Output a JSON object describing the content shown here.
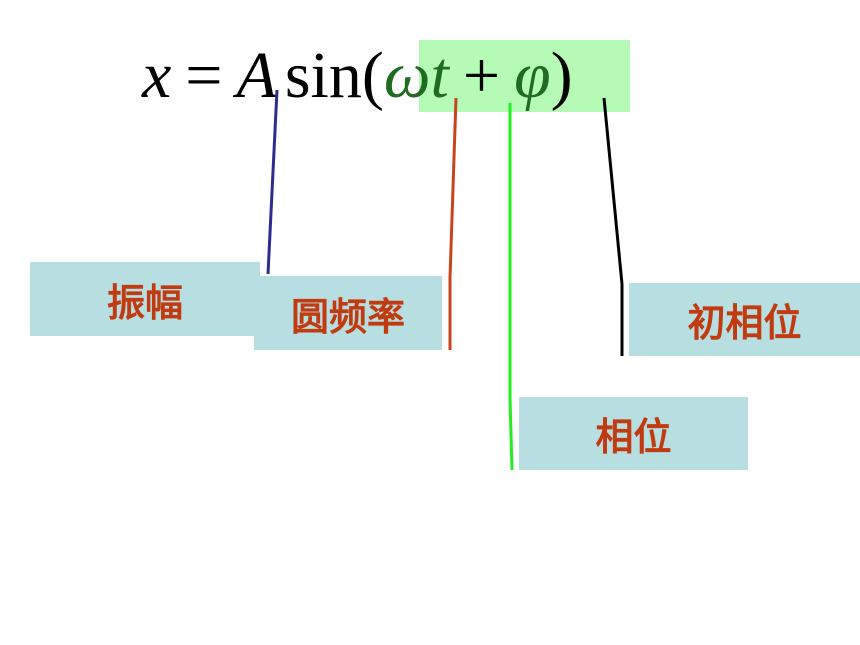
{
  "formula": {
    "x": "x",
    "equals": "=",
    "A": "A",
    "sin": "sin",
    "lparen": "(",
    "omega": "ω",
    "t": "t",
    "plus": "+",
    "phi": "φ",
    "rparen": ")"
  },
  "labels": {
    "amplitude": "振幅",
    "angular_frequency": "圆频率",
    "phase": "相位",
    "initial_phase": "初相位"
  },
  "colors": {
    "highlight": "#b5fbb5",
    "label_bg": "#b7dfe1",
    "label_text": "#c23a10",
    "line_amplitude": "#2d2d8f",
    "line_angular_frequency": "#c8441a",
    "line_phase": "#22ee22",
    "line_initial_phase": "#000000"
  }
}
